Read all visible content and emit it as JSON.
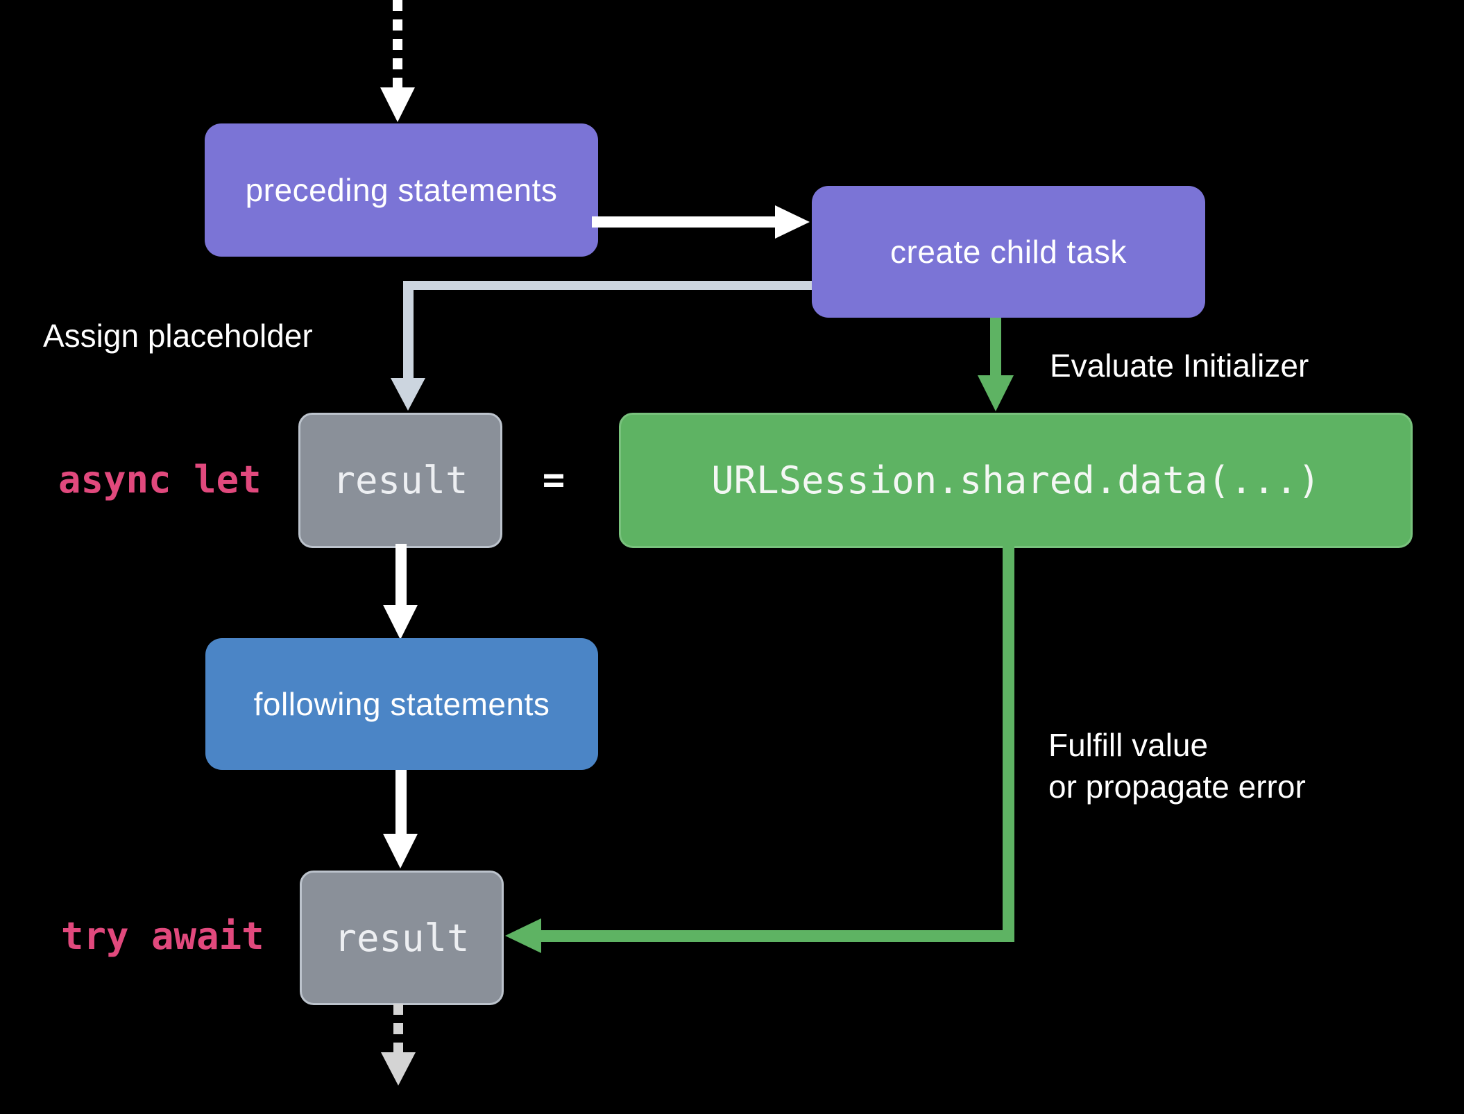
{
  "diagram": {
    "nodes": {
      "preceding": {
        "label": "preceding statements",
        "color": "#7B74D6"
      },
      "create_child_task": {
        "label": "create child task",
        "color": "#7B74D6"
      },
      "result_placeholder": {
        "label": "result",
        "color": "#8A9099"
      },
      "initializer_call": {
        "label": "URLSession.shared.data(...)",
        "color": "#5EB363"
      },
      "following": {
        "label": "following statements",
        "color": "#4B85C6"
      },
      "result_awaited": {
        "label": "result",
        "color": "#8A9099"
      }
    },
    "code": {
      "async_let": "async let",
      "equals": "=",
      "try_await": "try await",
      "keyword_color": "#E1497D"
    },
    "annotations": {
      "assign_placeholder": "Assign placeholder",
      "evaluate_initializer": "Evaluate Initializer",
      "fulfill_value_line1": "Fulfill value",
      "fulfill_value_line2": "or propagate error"
    },
    "colors": {
      "background": "#000000",
      "flow_arrow": "#FFFFFF",
      "placeholder_arrow": "#CCD5DF",
      "child_task_arrow": "#5EB363",
      "suspend_exit_arrow": "#D4D4D4",
      "annotation_text": "#FFFFFF"
    }
  }
}
